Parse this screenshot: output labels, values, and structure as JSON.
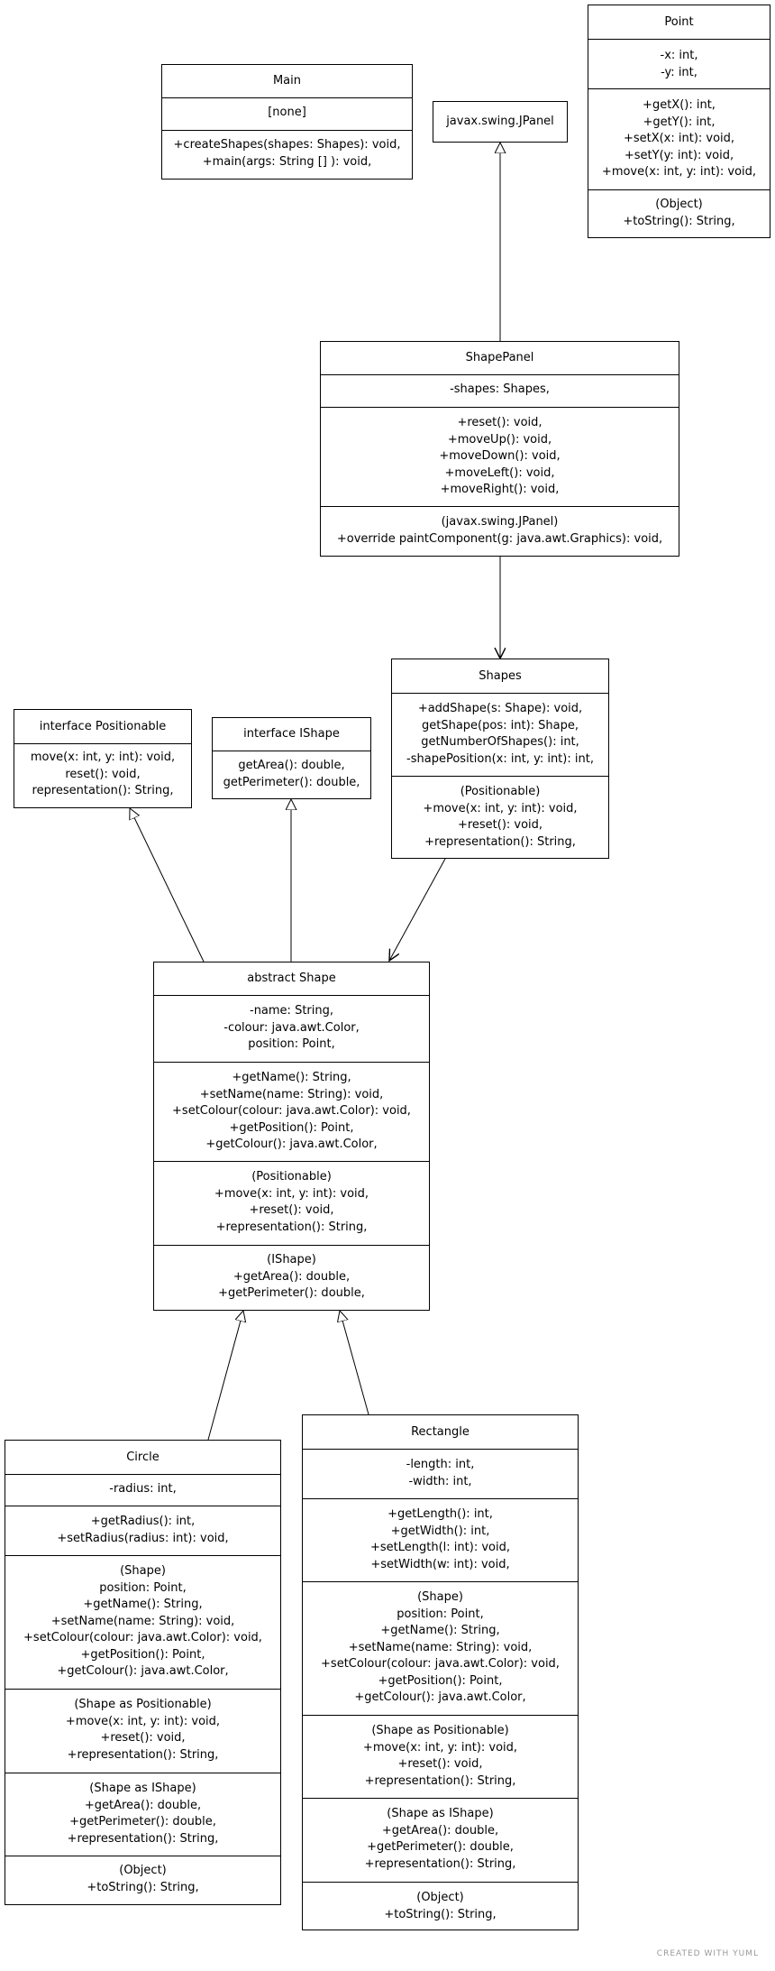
{
  "classes": {
    "main": {
      "name": "Main",
      "fields": [
        "[none]"
      ],
      "methods": [
        "+createShapes(shapes: Shapes): void,",
        "+main(args: String [] ): void,"
      ]
    },
    "jpanel": {
      "name": "javax.swing.JPanel"
    },
    "point": {
      "name": "Point",
      "fields": [
        "-x: int,",
        "-y: int,"
      ],
      "methods": [
        "+getX(): int,",
        "+getY(): int,",
        "+setX(x: int): void,",
        "+setY(y: int): void,",
        "+move(x: int, y: int): void,"
      ],
      "object": [
        "(Object)",
        "+toString(): String,"
      ]
    },
    "shape_panel": {
      "name": "ShapePanel",
      "fields": [
        "-shapes: Shapes,"
      ],
      "methods": [
        "+reset(): void,",
        "+moveUp(): void,",
        "+moveDown(): void,",
        "+moveLeft(): void,",
        "+moveRight(): void,"
      ],
      "inherited": [
        "(javax.swing.JPanel)",
        "+override paintComponent(g: java.awt.Graphics): void,"
      ]
    },
    "shapes": {
      "name": "Shapes",
      "methods": [
        "+addShape(s: Shape): void,",
        "getShape(pos: int): Shape,",
        "getNumberOfShapes(): int,",
        "-shapePosition(x: int, y: int): int,"
      ],
      "positionable": [
        "(Positionable)",
        "+move(x: int, y: int): void,",
        "+reset(): void,",
        "+representation(): String,"
      ]
    },
    "positionable": {
      "name": "interface Positionable",
      "methods": [
        "move(x: int, y: int): void,",
        "reset(): void,",
        "representation(): String,"
      ]
    },
    "ishape": {
      "name": "interface IShape",
      "methods": [
        "getArea(): double,",
        "getPerimeter(): double,"
      ]
    },
    "abstract_shape": {
      "name": "abstract Shape",
      "fields": [
        "-name: String,",
        "-colour: java.awt.Color,",
        "position: Point,"
      ],
      "methods": [
        "+getName(): String,",
        "+setName(name: String): void,",
        "+setColour(colour: java.awt.Color): void,",
        "+getPosition(): Point,",
        "+getColour(): java.awt.Color,"
      ],
      "positionable": [
        "(Positionable)",
        "+move(x: int, y: int): void,",
        "+reset(): void,",
        "+representation(): String,"
      ],
      "ishape": [
        "(IShape)",
        "+getArea(): double,",
        "+getPerimeter(): double,"
      ]
    },
    "circle": {
      "name": "Circle",
      "fields": [
        "-radius: int,"
      ],
      "methods": [
        "+getRadius(): int,",
        "+setRadius(radius: int): void,"
      ],
      "shape": [
        "(Shape)",
        "position: Point,",
        "+getName(): String,",
        "+setName(name: String): void,",
        "+setColour(colour: java.awt.Color): void,",
        "+getPosition(): Point,",
        "+getColour(): java.awt.Color,"
      ],
      "as_positionable": [
        "(Shape as Positionable)",
        "+move(x: int, y: int): void,",
        "+reset(): void,",
        "+representation(): String,"
      ],
      "as_ishape": [
        "(Shape as IShape)",
        "+getArea(): double,",
        "+getPerimeter(): double,",
        "+representation(): String,"
      ],
      "object": [
        "(Object)",
        "+toString(): String,"
      ]
    },
    "rectangle": {
      "name": "Rectangle",
      "fields": [
        "-length: int,",
        "-width: int,"
      ],
      "methods": [
        "+getLength(): int,",
        "+getWidth(): int,",
        "+setLength(l: int): void,",
        "+setWidth(w: int): void,"
      ],
      "shape": [
        "(Shape)",
        "position: Point,",
        "+getName(): String,",
        "+setName(name: String): void,",
        "+setColour(colour: java.awt.Color): void,",
        "+getPosition(): Point,",
        "+getColour(): java.awt.Color,"
      ],
      "as_positionable": [
        "(Shape as Positionable)",
        "+move(x: int, y: int): void,",
        "+reset(): void,",
        "+representation(): String,"
      ],
      "as_ishape": [
        "(Shape as IShape)",
        "+getArea(): double,",
        "+getPerimeter(): double,",
        "+representation(): String,"
      ],
      "object": [
        "(Object)",
        "+toString(): String,"
      ]
    }
  },
  "relations": [
    {
      "from": "shape_panel",
      "to": "jpanel",
      "kind": "inheritance"
    },
    {
      "from": "shape_panel",
      "to": "shapes",
      "kind": "association"
    },
    {
      "from": "shapes",
      "to": "abstract_shape",
      "kind": "association"
    },
    {
      "from": "abstract_shape",
      "to": "positionable",
      "kind": "realization"
    },
    {
      "from": "abstract_shape",
      "to": "ishape",
      "kind": "realization"
    },
    {
      "from": "circle",
      "to": "abstract_shape",
      "kind": "inheritance"
    },
    {
      "from": "rectangle",
      "to": "abstract_shape",
      "kind": "inheritance"
    }
  ],
  "footer": {
    "credit": "CREATED WITH YUML"
  }
}
